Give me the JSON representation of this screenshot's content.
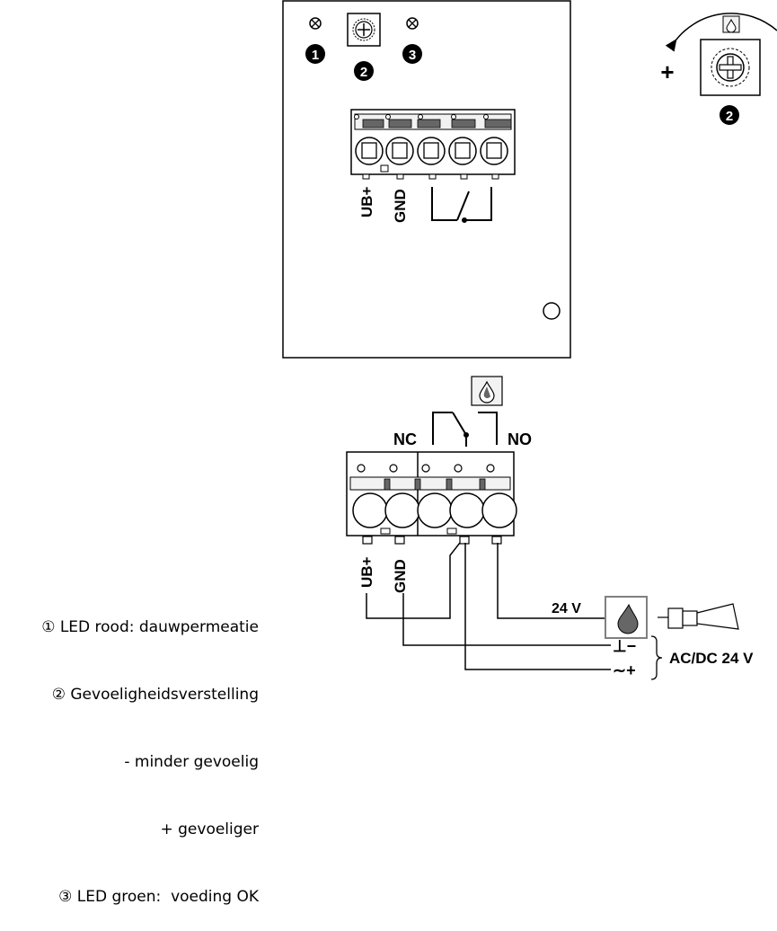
{
  "colors": {
    "line": "#000000",
    "fill_light": "#f2f2f2",
    "terminal_bar": "#666666",
    "icon_frame": "#808080"
  },
  "markers": {
    "m1": "1",
    "m2": "2",
    "m3": "3",
    "m2_detail": "2"
  },
  "board_labels": {
    "ub": "UB+",
    "gnd": "GND"
  },
  "adjust": {
    "plus": "+"
  },
  "wiring": {
    "nc": "NC",
    "no": "NO",
    "ub": "UB+",
    "gnd": "GND",
    "sensor_voltage": "24 V",
    "minus_symbol": "⊥−",
    "plus_symbol": "∼+",
    "supply": "AC/DC 24 V"
  },
  "legend": {
    "line1": "① LED rood: dauwpermeatie",
    "line2": "② Gevoeligheidsverstelling",
    "line3": "- minder gevoelig",
    "line4": "+ gevoeliger",
    "line5": "③ LED groen:  voeding OK"
  },
  "icons": [
    "led-icon",
    "potentiometer-icon",
    "dew-drop-icon",
    "sensor-icon",
    "relay-switch-icon",
    "rotation-arrow-icon"
  ]
}
